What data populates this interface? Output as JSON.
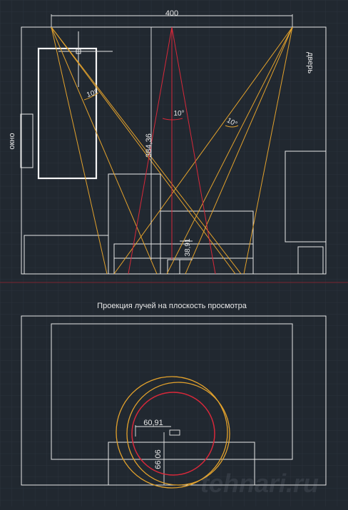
{
  "plan": {
    "width_dim": "400",
    "label_window": "окно",
    "label_door": "дверь",
    "angle_left": "10°",
    "angle_center": "10°",
    "angle_right": "10°",
    "dim_throw": "384,36",
    "dim_small": "38,91"
  },
  "projection": {
    "title": "Проекция лучей на плоскость просмотра",
    "dim_horizontal": "60,91",
    "dim_vertical": "66,06"
  },
  "watermark": "tehnari.ru",
  "colors": {
    "background": "#212830",
    "grid": "#2b333d",
    "line_white": "#e8e8e8",
    "ray_orange": "#e3a22c",
    "ray_red": "#d8283a",
    "axis_red": "#7a2530"
  }
}
